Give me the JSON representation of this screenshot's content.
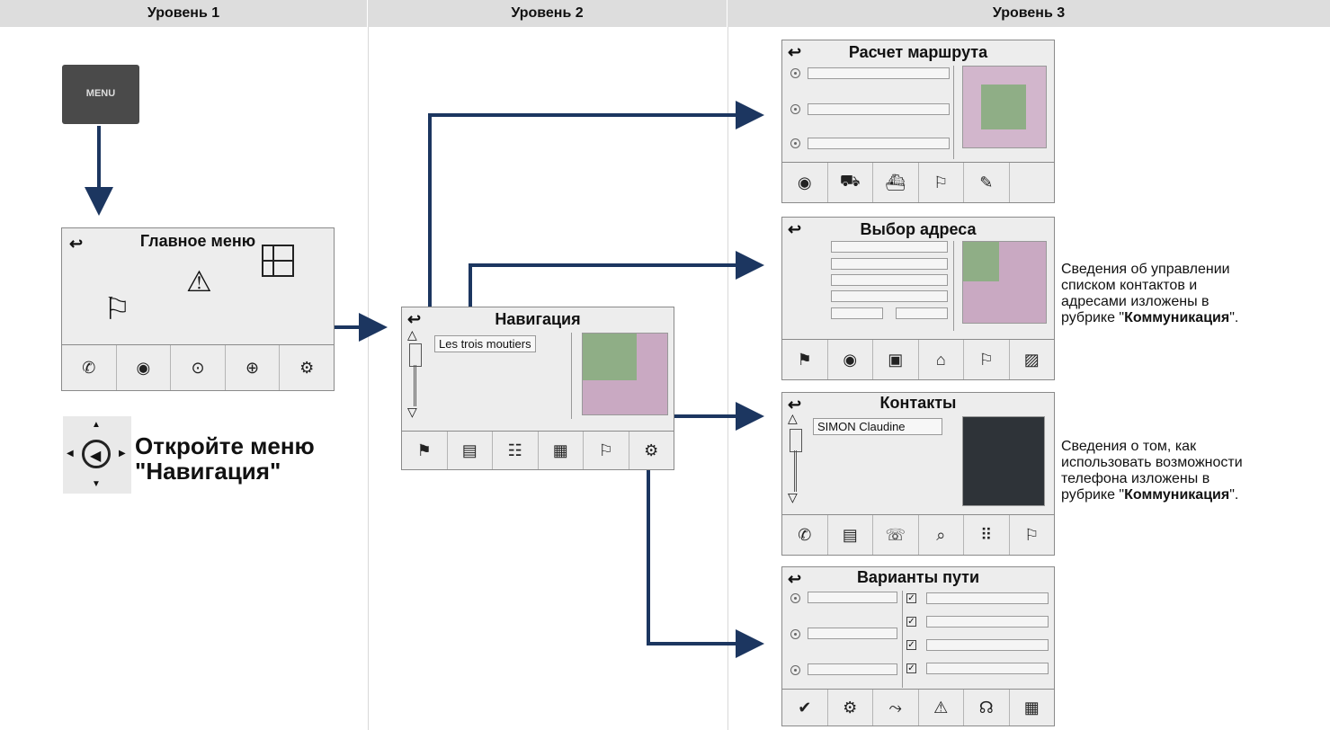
{
  "header": {
    "col1": "Уровень 1",
    "col2": "Уровень 2",
    "col3": "Уровень 3"
  },
  "menu_key": {
    "label": "MENU"
  },
  "main_menu": {
    "title": "Главное меню"
  },
  "nav_hint": {
    "line1": "Откройте меню",
    "line2": "\"Навигация\""
  },
  "navigation": {
    "title": "Навигация",
    "list_item": "Les trois moutiers"
  },
  "route_calc": {
    "title": "Расчет маршрута"
  },
  "address": {
    "title": "Выбор адреса"
  },
  "contacts": {
    "title": "Контакты",
    "list_item": "SIMON Claudine"
  },
  "route_options": {
    "title": "Варианты пути"
  },
  "note1": {
    "l1": "Сведения об управлении",
    "l2": "списком контактов и",
    "l3": "адресами изложены в",
    "l4a": "рубрике \"",
    "l4b": "Коммуникация",
    "l4c": "\"."
  },
  "note2": {
    "l1": "Сведения о том, как",
    "l2": "использовать возможности",
    "l3": "телефона изложены в",
    "l4a": "рубрике \"",
    "l4b": "Коммуникация",
    "l4c": "\"."
  },
  "colors": {
    "arrow": "#1c3660",
    "header": "#dddddd",
    "screen": "#ededed",
    "map_pink": "#c9a9c2",
    "map_green": "#8fae86"
  }
}
